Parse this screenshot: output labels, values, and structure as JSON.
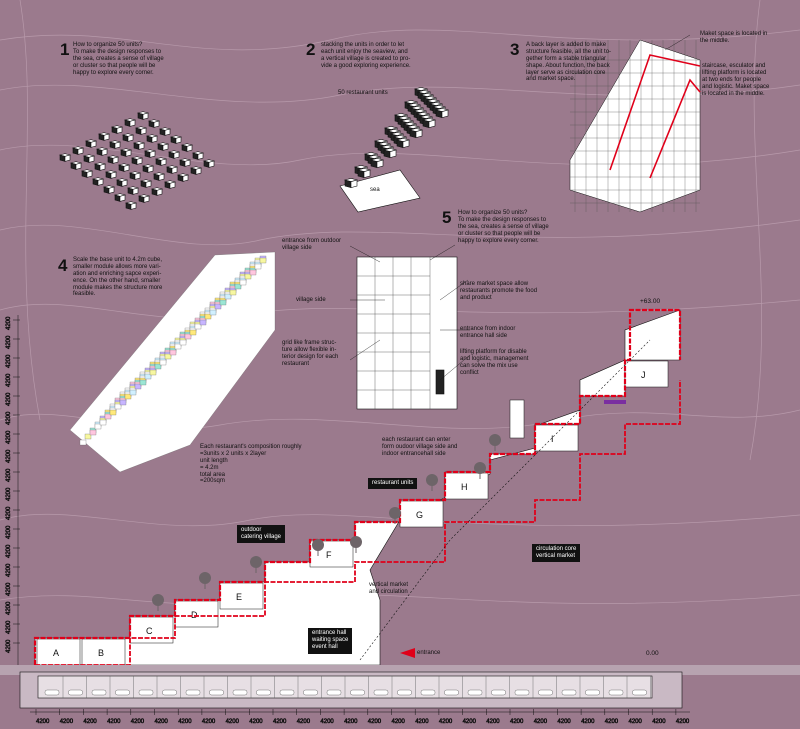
{
  "colors": {
    "background": "#9b7a8d",
    "frame": "#e0001a",
    "unit_fill": "#ffffff",
    "line": "#111111"
  },
  "step1": {
    "number": "1",
    "text": "How to organize 50 units?\nTo make the design responses to\nthe sea, creates a sense of village\nor cluster so that people will be\nhappy to explore every corner."
  },
  "step2": {
    "number": "2",
    "text": "stacking the units in order to let\neach unit enjoy the seaview, and\na vertical village is created to pro-\nvide a good exploring experience.",
    "units_label": "50 restaurant units",
    "sea_label": "sea"
  },
  "step3": {
    "number": "3",
    "text": "A back layer is added to make\nstructure feasible, all the unit to-\ngether form a stable triangular\nshape. About function, the back\nlayer serve as circulation core\nand market space.",
    "note_market": "Maket space is located in\nthe middle.",
    "note_circulation": "staircase, esculator and\nlifting platform is located\nat two ends for people\nand logistic. Maket space\nis located in the middle."
  },
  "step4": {
    "number": "4",
    "text": "Scale the base unit to 4.2m cube,\nsmaller module allows more vari-\nation and enriching sapce experi-\nence. On the other hand, smaller\nmodule makes the structure more\nfeasible.",
    "composition": "Each restaurant's composition roughly\n=3units x 2 units x 2layer\nunit length\n= 4.2m\ntotal area\n=200sqm"
  },
  "step5": {
    "number": "5",
    "text": "How to organize 50 units?\nTo make the design responses to\nthe sea, creates a sense of village\nor cluster so that people will be\nhappy to explore every corner."
  },
  "plan": {
    "entrance_outdoor": "entrance from outdoor\nvillage side",
    "village_side": "village side",
    "grid_note": "grid like frame struc-\nture allow flexible in-\nterior design for each\nrestaurant",
    "share_market": "share market space allow\nrestaurants promote the food\nand product",
    "entrance_indoor": "entrance from indoor\nentrance hall side",
    "lifting": "lifting platform for disable\nand logistic, management\ncan solve the mix use\nconflict"
  },
  "section": {
    "units": [
      "A",
      "B",
      "C",
      "D",
      "E",
      "F",
      "G",
      "H",
      "I",
      "J"
    ],
    "top_level": "+63.00",
    "ground_level": "0.00",
    "entrance": "entrance",
    "vertical_market": "vertical market\nand circulation",
    "each_restaurant": "each restaurant can enter\nform oudoor village side and\nindoor entrancehall side",
    "side_dim": "4200",
    "bottom_dim": "4200",
    "tags": {
      "restaurant_units": "restaurant units",
      "outdoor_catering": "outdoor\ncatering village",
      "circulation_core": "circulation core\nvertical market",
      "entrance_hall": "entrance hall\nwaiting space\nevent hall"
    }
  }
}
